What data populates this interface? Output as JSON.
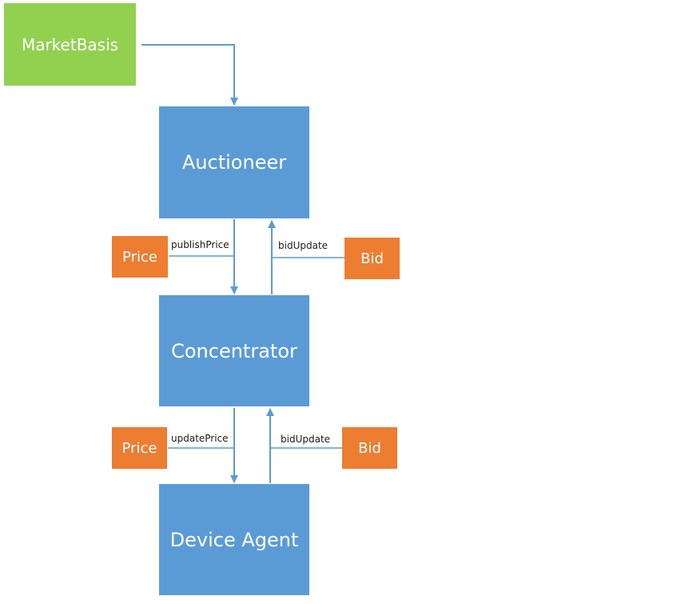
{
  "colors": {
    "main_node": "#5b9bd5",
    "market_node": "#92d050",
    "message_node": "#ed7d31",
    "edge": "#5b9bd5"
  },
  "nodes": {
    "market_basis": "MarketBasis",
    "auctioneer": "Auctioneer",
    "concentrator": "Concentrator",
    "device_agent": "Device Agent",
    "price_top": "Price",
    "bid_top": "Bid",
    "price_bottom": "Price",
    "bid_bottom": "Bid"
  },
  "edges": {
    "publish_price": "publishPrice",
    "bid_update_top": "bidUpdate",
    "update_price": "updatePrice",
    "bid_update_bottom": "bidUpdate"
  }
}
